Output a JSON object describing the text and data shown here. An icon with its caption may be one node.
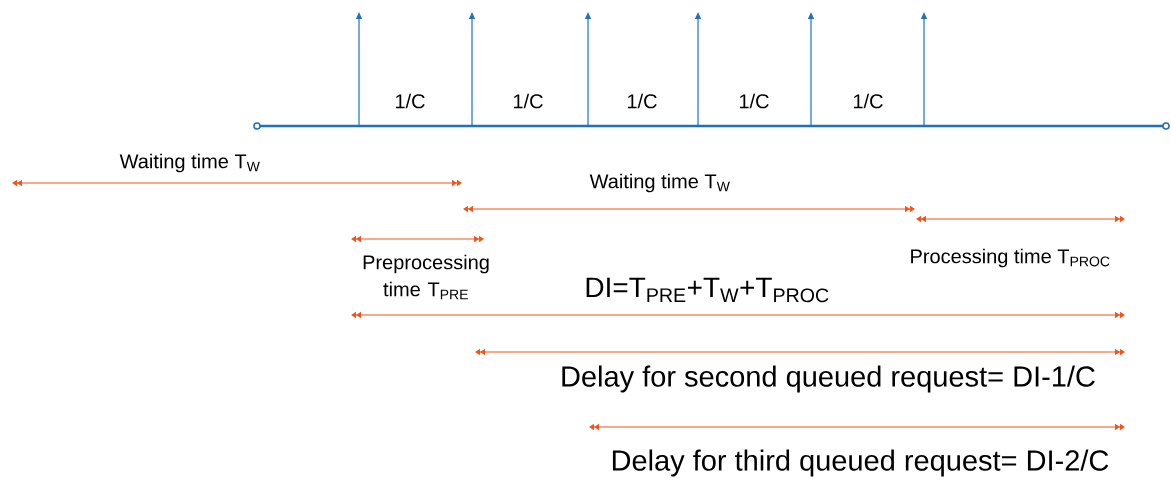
{
  "diagram": {
    "labels": [
      "1/C",
      "1/C",
      "1/C",
      "1/C",
      "1/C",
      "Waiting time T$_{W}$",
      "Waiting time T$_{W}$",
      "Preprocessing time T$_{PRE}$",
      "Processing time T$_{PROC}$",
      "DI=T$_{PRE}$+T$_{W}$+T$_{PROC}$",
      "Delay for second queued request= DI-1/C",
      "Delay for third queued request= DI-2/C"
    ]
  }
}
